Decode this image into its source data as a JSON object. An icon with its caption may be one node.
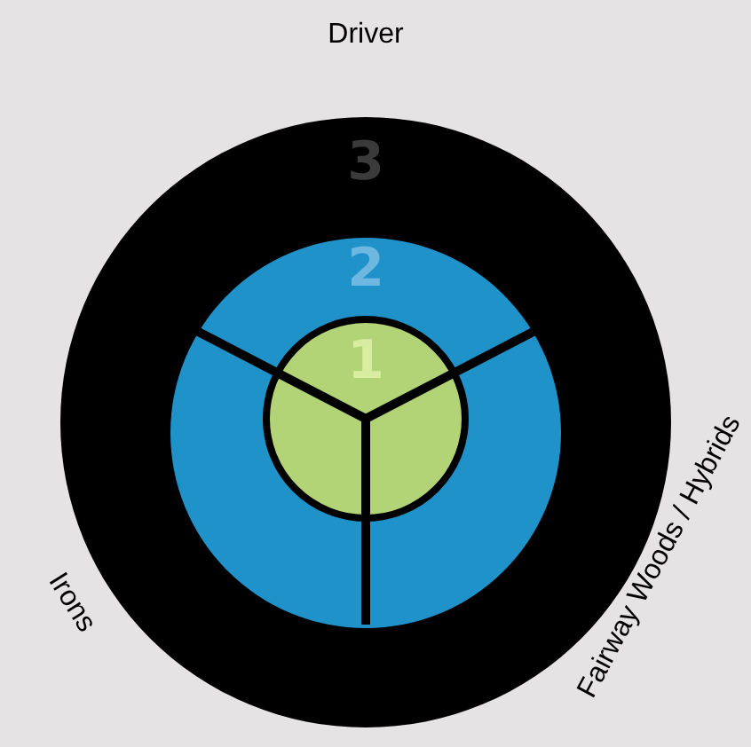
{
  "diagram": {
    "nodes": [
      {
        "text": [
          "3"
        ]
      },
      {
        "text": [
          "2"
        ],
        "in": 0
      },
      {
        "text": [
          "1"
        ],
        "in": 1
      }
    ],
    "labels": [
      "Driver",
      "Fairway Woods / Hybrids",
      "Irons"
    ]
  }
}
